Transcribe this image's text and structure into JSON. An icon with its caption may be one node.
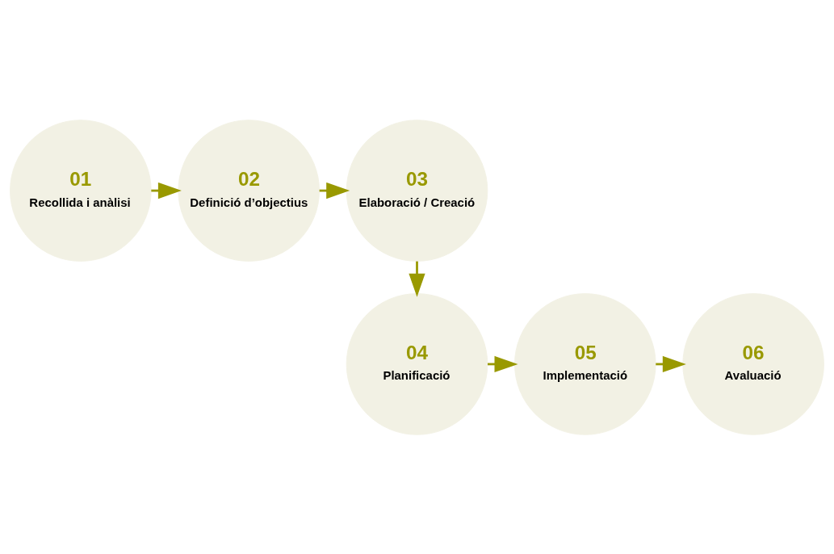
{
  "diagram": {
    "nodes": [
      {
        "text": [
          "01",
          "Recollida i anàlisi"
        ]
      },
      {
        "text": [
          "02",
          "Definició d’objectius"
        ]
      },
      {
        "text": [
          "03",
          "Elaboració / Creació"
        ]
      },
      {
        "text": [
          "04",
          "Planificació"
        ]
      },
      {
        "text": [
          "05",
          "Implementació"
        ]
      },
      {
        "text": [
          "06",
          "Avaluació"
        ]
      }
    ],
    "edges": [
      {
        "from": 0,
        "to": 1,
        "arrow": "to"
      },
      {
        "from": 1,
        "to": 2,
        "arrow": "to"
      },
      {
        "from": 2,
        "to": 3,
        "arrow": "to"
      },
      {
        "from": 3,
        "to": 4,
        "arrow": "to"
      },
      {
        "from": 4,
        "to": 5,
        "arrow": "to"
      }
    ]
  }
}
